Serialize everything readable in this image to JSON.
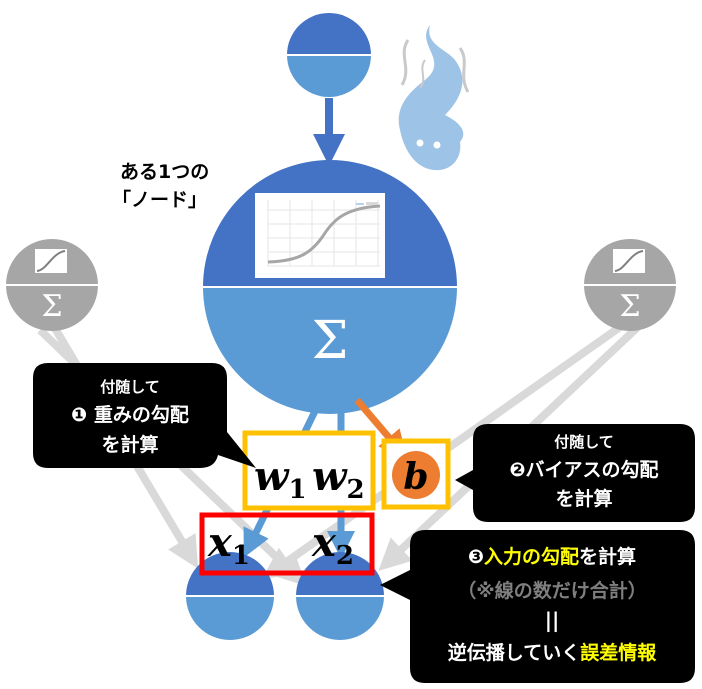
{
  "node_label": {
    "line1": "ある1つの",
    "line2": "「ノード」"
  },
  "sigma": "Σ",
  "weights": {
    "w": "w",
    "sub1": "1",
    "sub2": "2"
  },
  "bias": "b",
  "inputs": {
    "x": "x",
    "sub1": "1",
    "sub2": "2"
  },
  "callout_weights": {
    "line1": "付随して",
    "line2": "❶ 重みの勾配",
    "line3": "を計算"
  },
  "callout_bias": {
    "line1": "付随して",
    "line2": "❷バイアスの勾配",
    "line3": "を計算"
  },
  "callout_input": {
    "line1_highlight": "入力の勾配",
    "line1_prefix": "❸",
    "line1_suffix": "を計算",
    "line2": "（※線の数だけ合計）",
    "line3": "||",
    "line4_prefix": "逆伝播していく",
    "line4_highlight": "誤差情報"
  },
  "colors": {
    "node_dark": "#4472c4",
    "node_light": "#5b9bd5",
    "gray_node": "#a6a6a6",
    "bias_orange": "#ed7d31",
    "yellow_box": "#ffc000",
    "red_box": "#ff0000",
    "highlight_text": "#ffff00",
    "callout_bg": "#000000"
  },
  "icons": [
    "sigmoid-graph-icon",
    "flame-soul-icon"
  ]
}
